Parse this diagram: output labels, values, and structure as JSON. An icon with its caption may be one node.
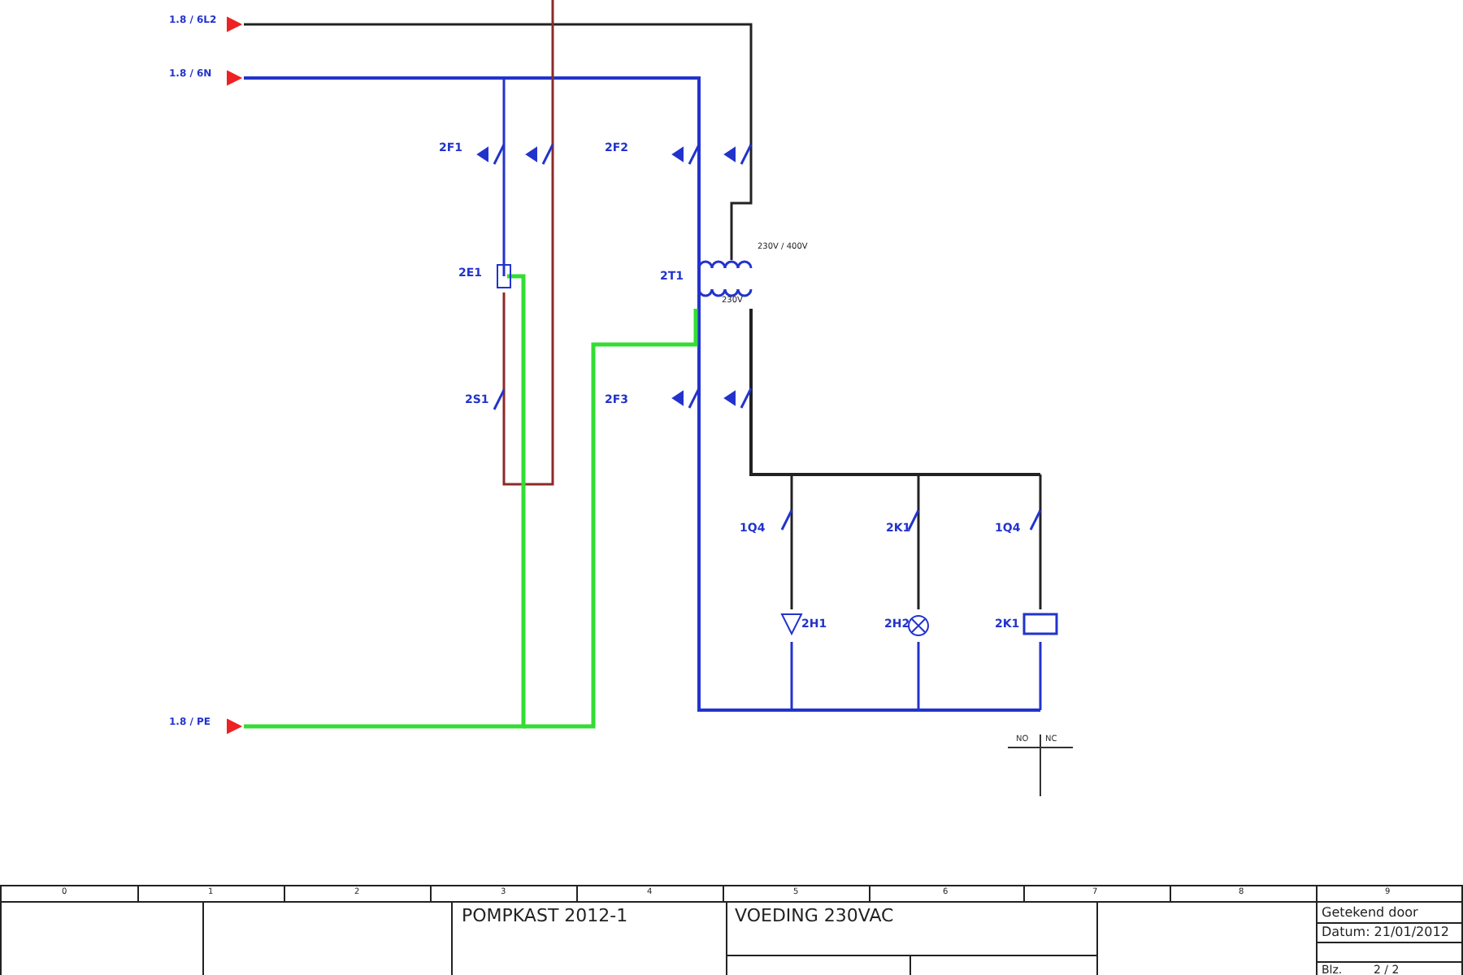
{
  "diagram": {
    "labels": [
      "1.8 / 6L2",
      "1.8 / 6N",
      "2F1",
      "2F2",
      "230V / 400V",
      "2E1",
      "2T1",
      "230V",
      "2S1",
      "2F3",
      "1Q4",
      "2K1",
      "1Q4",
      "2H1",
      "2H2",
      "2K1",
      "1.8 / PE",
      "NO",
      "NC",
      "0",
      "1",
      "2",
      "3",
      "4",
      "5",
      "6",
      "7",
      "8",
      "9",
      "POMPKAST 2012-1",
      "VOEDING 230VAC",
      "Getekend door",
      "Datum: 21/01/2012",
      "Blz.",
      "2 / 2"
    ]
  }
}
